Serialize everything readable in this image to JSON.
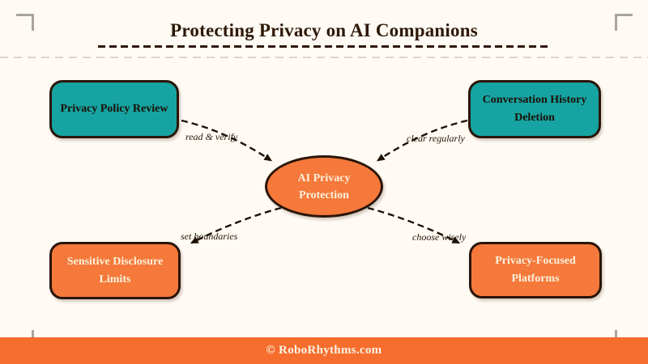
{
  "header": {
    "title": "Protecting Privacy on AI Companions"
  },
  "diagram": {
    "center": {
      "label": "AI Privacy Protection"
    },
    "nodes": [
      {
        "label": "Privacy Policy Review",
        "color": "teal",
        "edge_label": "read & verify",
        "position": "top-left"
      },
      {
        "label": "Conversation History Deletion",
        "color": "teal",
        "edge_label": "clear regularly",
        "position": "top-right"
      },
      {
        "label": "Sensitive Disclosure Limits",
        "color": "orange",
        "edge_label": "set boundaries",
        "position": "bottom-left"
      },
      {
        "label": "Privacy-Focused Platforms",
        "color": "orange",
        "edge_label": "choose wisely",
        "position": "bottom-right"
      }
    ]
  },
  "footer": {
    "text": "© RoboRhythms.com"
  },
  "colors": {
    "teal": "#16A4A2",
    "node_orange": "#F5793A",
    "footer_orange": "#F66D2D",
    "background": "#FFFAF4",
    "ink": "#2A1507"
  }
}
